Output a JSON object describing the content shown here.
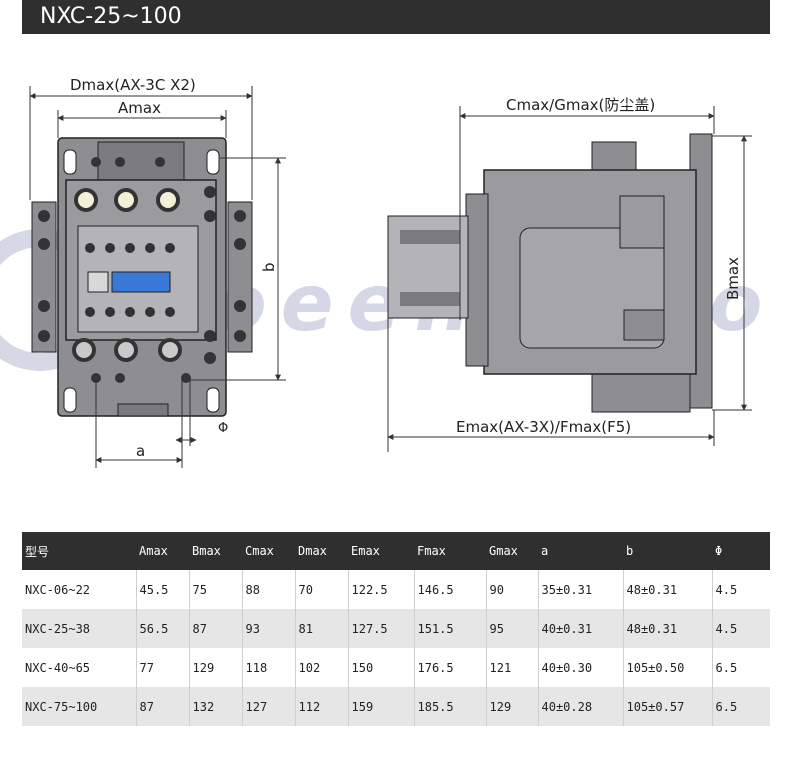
{
  "title": "NXC-25~100",
  "dimension_labels": {
    "dmax": "Dmax(AX-3C X2)",
    "amax": "Amax",
    "b": "b",
    "a": "a",
    "phi": "Φ",
    "cmax_gmax": "Cmax/Gmax(防尘盖)",
    "bmax": "Bmax",
    "emax_fmax": "Emax(AX-3X)/Fmax(F5)"
  },
  "watermark": "koeen toyo",
  "colors": {
    "header_bg": "#2f2f2f",
    "body_gray": "#8a8a8f",
    "row_alt": "#e6e6e6",
    "coil_blue": "#3a78d8"
  },
  "table": {
    "headers": [
      "型号",
      "Amax",
      "Bmax",
      "Cmax",
      "Dmax",
      "Emax",
      "Fmax",
      "Gmax",
      "a",
      "b",
      "Φ"
    ],
    "rows": [
      [
        "NXC-06~22",
        "45.5",
        "75",
        "88",
        "70",
        "122.5",
        "146.5",
        "90",
        "35±0.31",
        "48±0.31",
        "4.5"
      ],
      [
        "NXC-25~38",
        "56.5",
        "87",
        "93",
        "81",
        "127.5",
        "151.5",
        "95",
        "40±0.31",
        "48±0.31",
        "4.5"
      ],
      [
        "NXC-40~65",
        "77",
        "129",
        "118",
        "102",
        "150",
        "176.5",
        "121",
        "40±0.30",
        "105±0.50",
        "6.5"
      ],
      [
        "NXC-75~100",
        "87",
        "132",
        "127",
        "112",
        "159",
        "185.5",
        "129",
        "40±0.28",
        "105±0.57",
        "6.5"
      ]
    ]
  }
}
